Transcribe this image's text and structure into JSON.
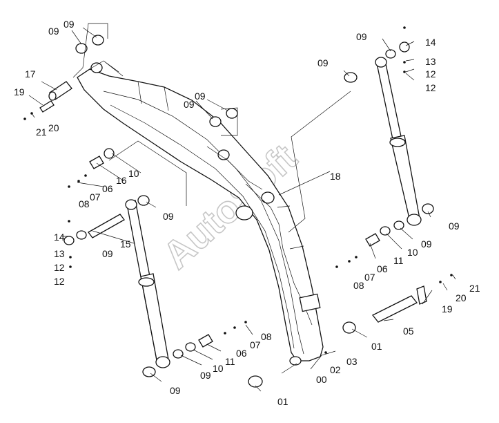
{
  "watermark": "AutoSoft",
  "labels": [
    {
      "id": "09",
      "text": "09"
    },
    {
      "id": "09b",
      "text": "09"
    },
    {
      "id": "09c",
      "text": "09"
    },
    {
      "id": "09d",
      "text": "09"
    },
    {
      "id": "09e",
      "text": "09"
    },
    {
      "id": "09f",
      "text": "09"
    },
    {
      "id": "09g",
      "text": "09"
    },
    {
      "id": "09h",
      "text": "09"
    },
    {
      "id": "09i",
      "text": "09"
    },
    {
      "id": "09j",
      "text": "09"
    },
    {
      "id": "09k",
      "text": "09"
    },
    {
      "id": "09l",
      "text": "09"
    },
    {
      "id": "17",
      "text": "17"
    },
    {
      "id": "19",
      "text": "19"
    },
    {
      "id": "19b",
      "text": "19"
    },
    {
      "id": "21",
      "text": "21"
    },
    {
      "id": "20",
      "text": "20"
    },
    {
      "id": "20b",
      "text": "20"
    },
    {
      "id": "21b",
      "text": "21"
    },
    {
      "id": "10",
      "text": "10"
    },
    {
      "id": "10b",
      "text": "10"
    },
    {
      "id": "10c",
      "text": "10"
    },
    {
      "id": "16",
      "text": "16"
    },
    {
      "id": "08",
      "text": "08"
    },
    {
      "id": "07",
      "text": "07"
    },
    {
      "id": "06",
      "text": "06"
    },
    {
      "id": "08b",
      "text": "08"
    },
    {
      "id": "07b",
      "text": "07"
    },
    {
      "id": "06b",
      "text": "06"
    },
    {
      "id": "08c",
      "text": "08"
    },
    {
      "id": "07c",
      "text": "07"
    },
    {
      "id": "06c",
      "text": "06"
    },
    {
      "id": "14",
      "text": "14"
    },
    {
      "id": "13",
      "text": "13"
    },
    {
      "id": "12",
      "text": "12"
    },
    {
      "id": "12b",
      "text": "12"
    },
    {
      "id": "14b",
      "text": "14"
    },
    {
      "id": "13b",
      "text": "13"
    },
    {
      "id": "12c",
      "text": "12"
    },
    {
      "id": "12d",
      "text": "12"
    },
    {
      "id": "15",
      "text": "15"
    },
    {
      "id": "18",
      "text": "18"
    },
    {
      "id": "11",
      "text": "11"
    },
    {
      "id": "11b",
      "text": "11"
    },
    {
      "id": "05",
      "text": "05"
    },
    {
      "id": "01",
      "text": "01"
    },
    {
      "id": "01b",
      "text": "01"
    },
    {
      "id": "00",
      "text": "00"
    },
    {
      "id": "02",
      "text": "02"
    },
    {
      "id": "03",
      "text": "03"
    }
  ]
}
